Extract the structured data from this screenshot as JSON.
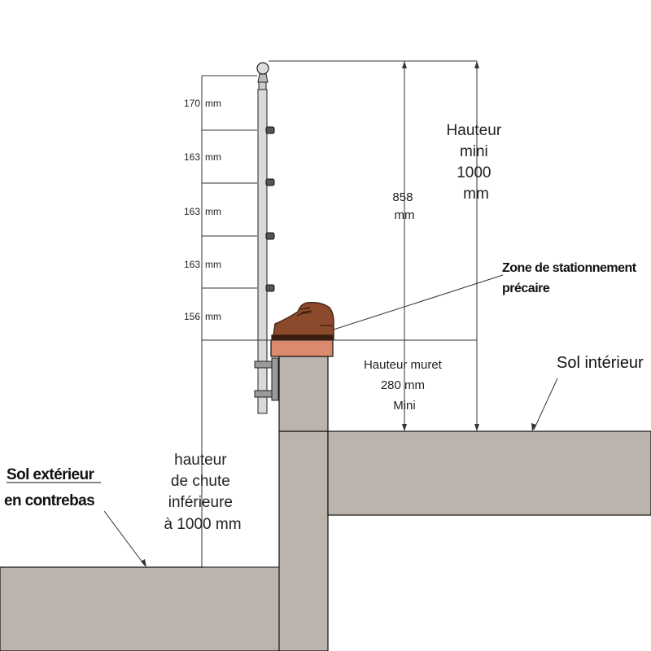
{
  "colors": {
    "concrete": "#bbb4ad",
    "concrete_stroke": "#111111",
    "brick": "#dc8a6e",
    "shoe": "#8b4a2b",
    "post": "#d9d9d9",
    "line": "#333333"
  },
  "icons": {
    "shoe": "shoe-icon",
    "rail_cap": "handrail-cap-icon"
  },
  "spacings": [
    {
      "value": "170",
      "unit": "mm"
    },
    {
      "value": "163",
      "unit": "mm"
    },
    {
      "value": "163",
      "unit": "mm"
    },
    {
      "value": "163",
      "unit": "mm"
    },
    {
      "value": "156",
      "unit": "mm"
    }
  ],
  "dim_858": {
    "value": "858",
    "unit": "mm"
  },
  "hauteur_mini": {
    "line1": "Hauteur",
    "line2": "mini",
    "line3": "1000",
    "line4": "mm"
  },
  "zone": {
    "line1": "Zone de stationnement",
    "line2": "précaire"
  },
  "hauteur_muret": {
    "line1": "Hauteur muret",
    "line2": "280 mm",
    "line3": "Mini"
  },
  "sol_interieur": "Sol intérieur",
  "sol_exterieur": {
    "line1": "Sol extérieur",
    "line2": "en contrebas"
  },
  "hauteur_chute": {
    "line1": "hauteur",
    "line2": "de chute",
    "line3": "inférieure",
    "line4": "à 1000 mm"
  }
}
